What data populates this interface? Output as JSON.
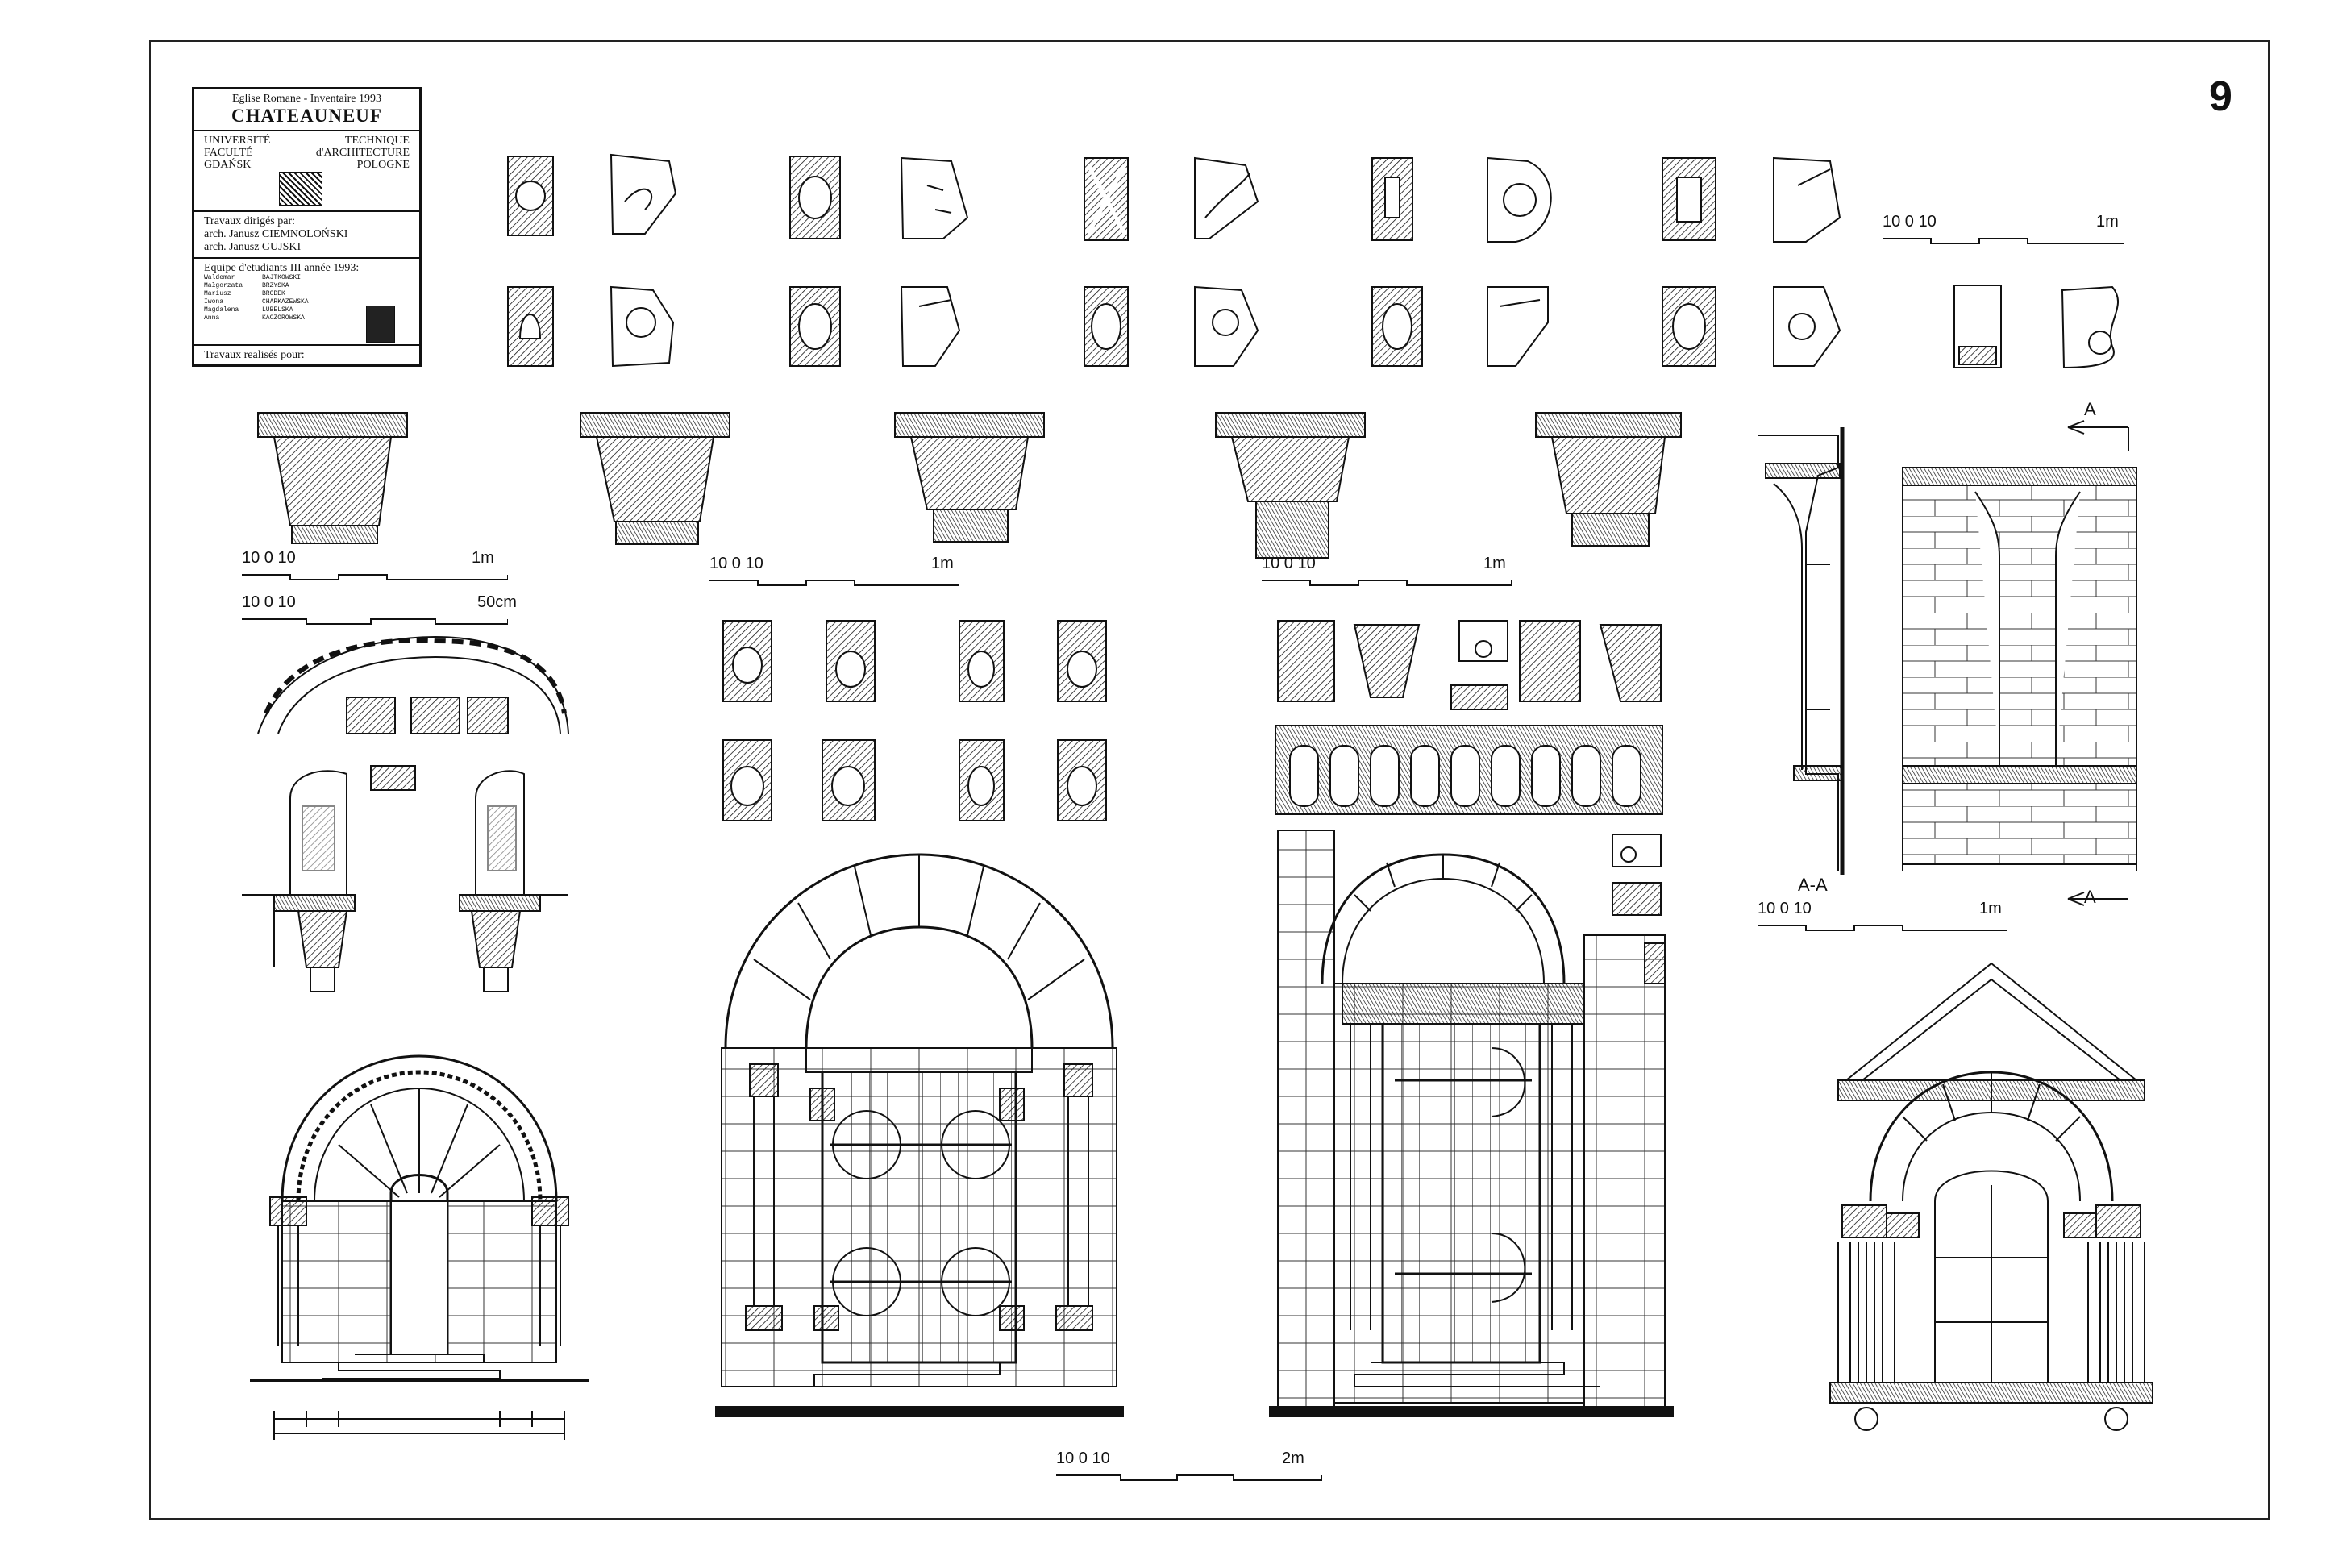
{
  "title_block": {
    "header": "Eglise Romane  -  Inventaire 1993",
    "title": "CHATEAUNEUF",
    "university": [
      [
        "UNIVERSITÉ",
        "TECHNIQUE"
      ],
      [
        "FACULTÉ",
        "d'ARCHITECTURE"
      ],
      [
        "GDAŃSK",
        "POLOGNE"
      ]
    ],
    "directed_label": "Travaux dirigés par:",
    "directors": [
      "arch. Janusz CIEMNOLOŃSKI",
      "arch. Janusz GUJSKI"
    ],
    "team_label": "Equipe d'etudiants  III année 1993:",
    "members": [
      [
        "Waldemar",
        "BAJTKOWSKI"
      ],
      [
        "Małgorzata",
        "BRZYSKA"
      ],
      [
        "Mariusz",
        "BRODEK"
      ],
      [
        "Iwona",
        "CHARKAZEWSKA"
      ],
      [
        "Magdalena",
        "LUBELSKA"
      ],
      [
        "Anna",
        "KACZOROWSKA"
      ]
    ],
    "footer": "Travaux realisés pour:"
  },
  "sheet_number": "9",
  "scales": {
    "corbels": {
      "left": "10 0 10",
      "right": "1m"
    },
    "capitals_1": {
      "left": "10 0 10",
      "right": "1m"
    },
    "half": {
      "left": "10   0   10",
      "right": "50cm"
    },
    "capitals_2": {
      "left": "10 0 10",
      "right": "1m"
    },
    "frieze": {
      "left": "10 0 10",
      "right": "1m"
    },
    "section": {
      "left": "10 0 10",
      "right": "1m"
    },
    "portals": {
      "left": "10 0 10",
      "right": "2m"
    }
  },
  "section_labels": {
    "top": "A",
    "bottom": "A",
    "name": "A-A"
  },
  "colors": {
    "ink": "#111111",
    "paper": "#ffffff"
  }
}
